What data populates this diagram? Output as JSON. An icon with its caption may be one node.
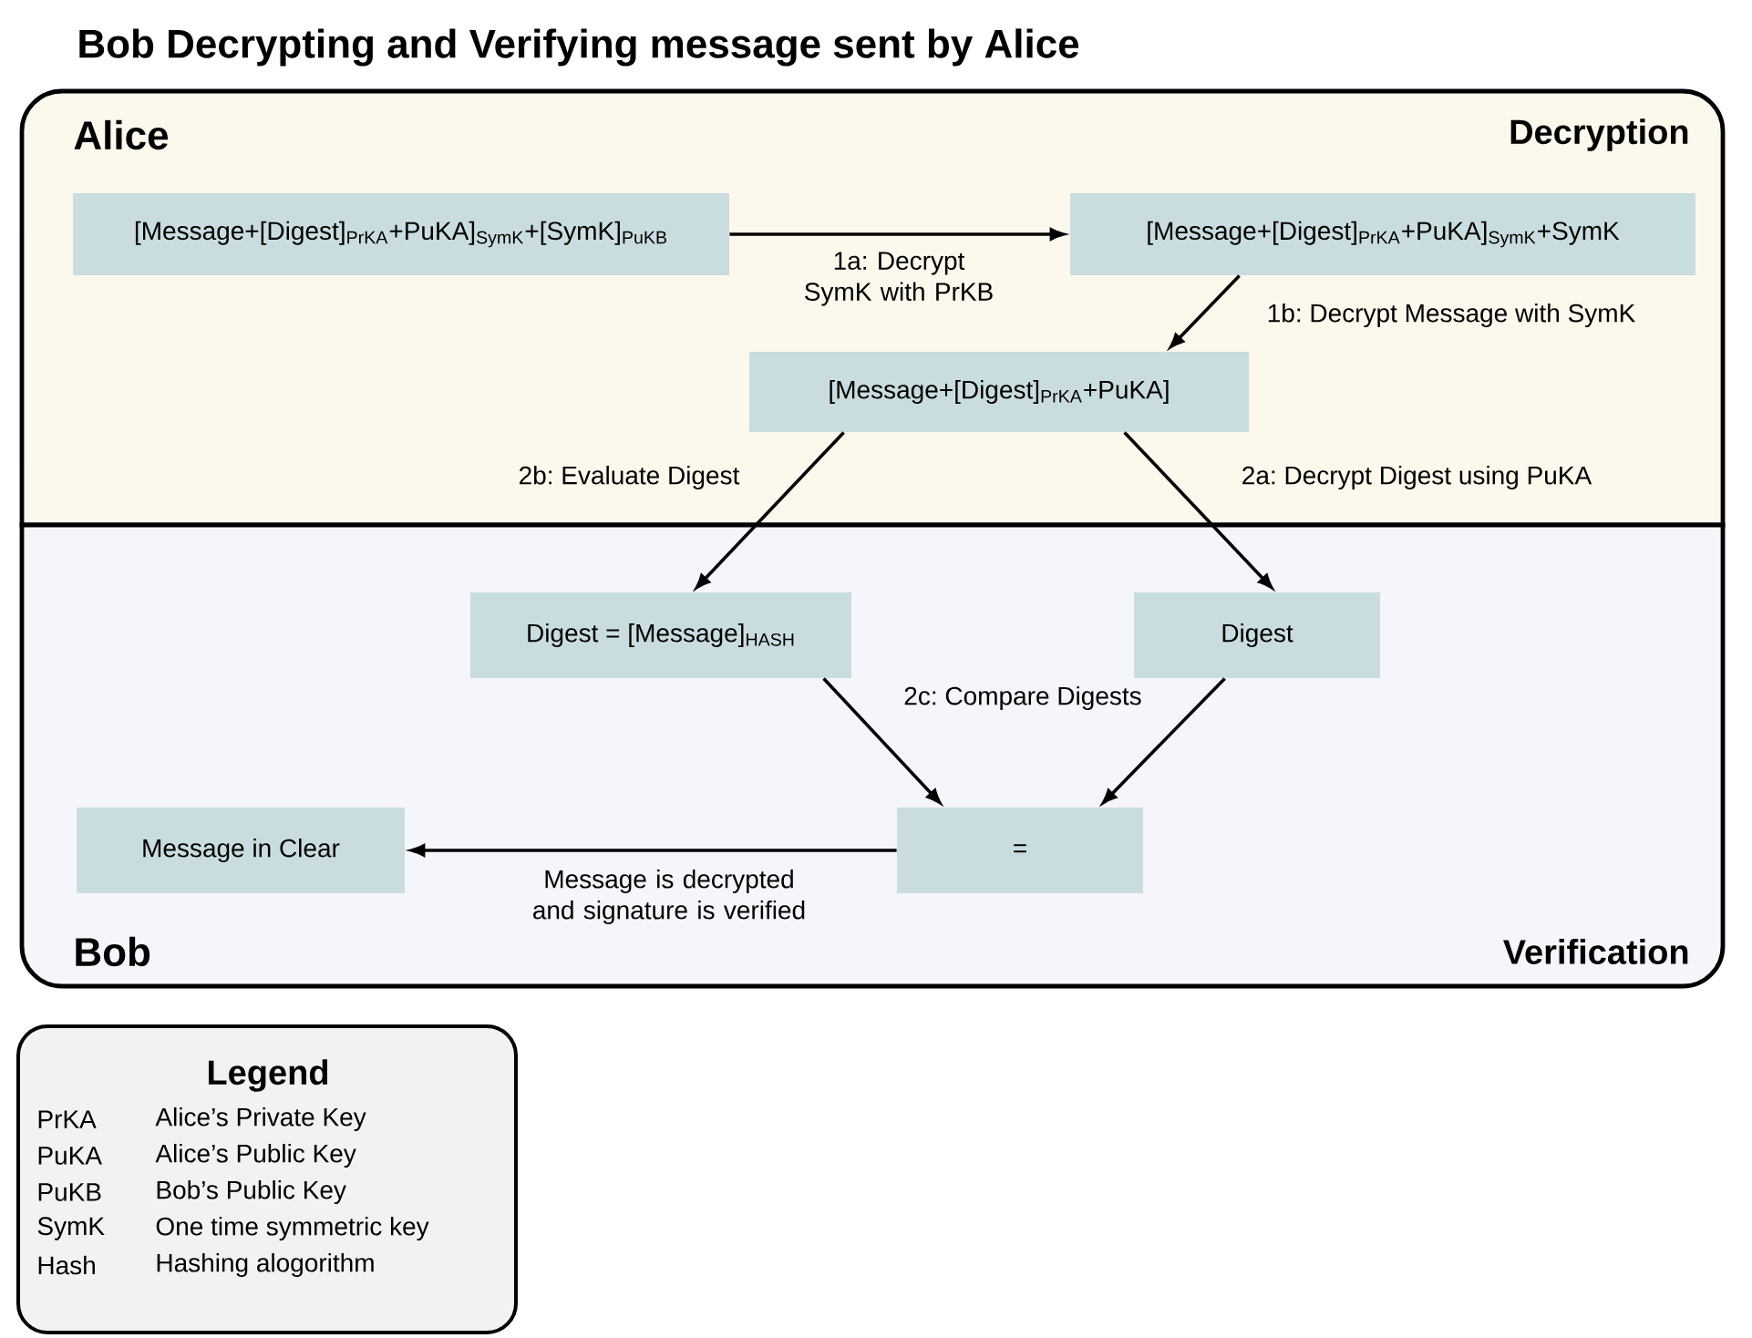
{
  "diagram": {
    "title": "Bob Decrypting and Verifying message sent by Alice",
    "nodes": [
      {
        "text": [
          "Alice",
          "Decryption"
        ]
      },
      {
        "text": [
          "Bob",
          "Verification"
        ]
      },
      {
        "text": [
          "[Message+[Digest]$_{PrKA}$+PuKA]$_{SymK}$+[SymK]$_{PuKB}$"
        ],
        "in": 0
      },
      {
        "text": [
          "[Message+[Digest]$_{PrKA}$+PuKA]$_{SymK}$+SymK"
        ],
        "in": 0
      },
      {
        "text": [
          "[Message+[Digest]$_{PrKA}$+PuKA]"
        ],
        "in": 0
      },
      {
        "text": [
          "Digest = [Message]$_{HASH}$"
        ],
        "in": 1
      },
      {
        "text": [
          "Digest"
        ],
        "in": 1
      },
      {
        "text": [
          "="
        ],
        "in": 1
      },
      {
        "text": [
          "Message in Clear"
        ],
        "in": 1
      },
      {
        "text": [
          "Legend",
          "PrKA",
          "Alice’s Private Key",
          "PuKA",
          "Alice’s Public Key",
          "PuKB",
          "Bob’s Public Key",
          "SymK",
          "One time symmetric key",
          "Hash",
          "Hashing alogorithm"
        ]
      }
    ],
    "edges": [
      {
        "from": 2,
        "to": 3,
        "arrow": "to",
        "label": "1a: Decrypt SymK with PrKB"
      },
      {
        "from": 3,
        "to": 4,
        "arrow": "to",
        "label": "1b: Decrypt Message with SymK"
      },
      {
        "from": 4,
        "to": 5,
        "arrow": "to",
        "label": "2b: Evaluate Digest"
      },
      {
        "from": 4,
        "to": 6,
        "arrow": "to",
        "label": "2a: Decrypt Digest using PuKA"
      },
      {
        "from": 5,
        "to": 7,
        "arrow": "to",
        "label": "2c: Compare Digests"
      },
      {
        "from": 6,
        "to": 7,
        "arrow": "to"
      },
      {
        "from": 7,
        "to": 8,
        "arrow": "to",
        "label": "Message is decrypted and signature is verified"
      }
    ]
  }
}
